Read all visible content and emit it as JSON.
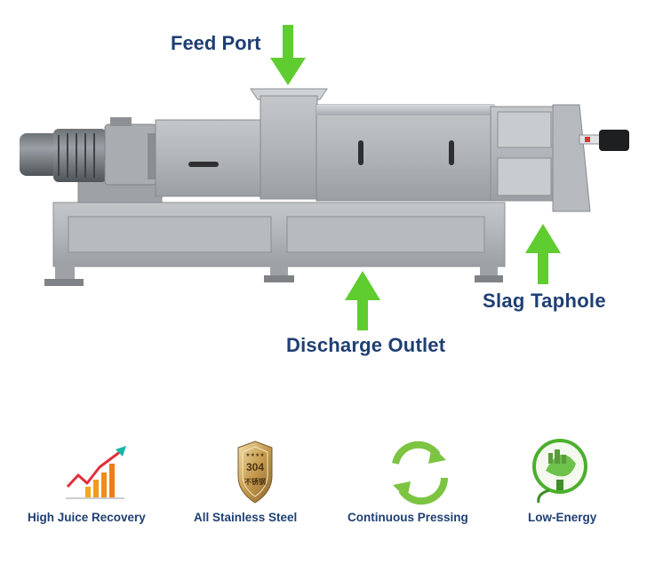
{
  "callouts": {
    "feed_port": "Feed Port",
    "slag_taphole": "Slag Taphole",
    "discharge_outlet": "Discharge Outlet"
  },
  "shield": {
    "grade": "304",
    "chinese": "不锈钢"
  },
  "features": [
    {
      "label": "High Juice Recovery",
      "icon": "growth-chart-icon"
    },
    {
      "label": "All Stainless Steel",
      "icon": "steel-shield-icon"
    },
    {
      "label": "Continuous Pressing",
      "icon": "recycle-arrows-icon"
    },
    {
      "label": "Low-Energy",
      "icon": "eco-bulb-icon"
    }
  ],
  "colors": {
    "label_navy": "#1f3f73",
    "arrow_green": "#5fcc2f",
    "steel": "#a9adb2",
    "shield_gold": "#c9a45c",
    "eco_green": "#4caf2f"
  }
}
